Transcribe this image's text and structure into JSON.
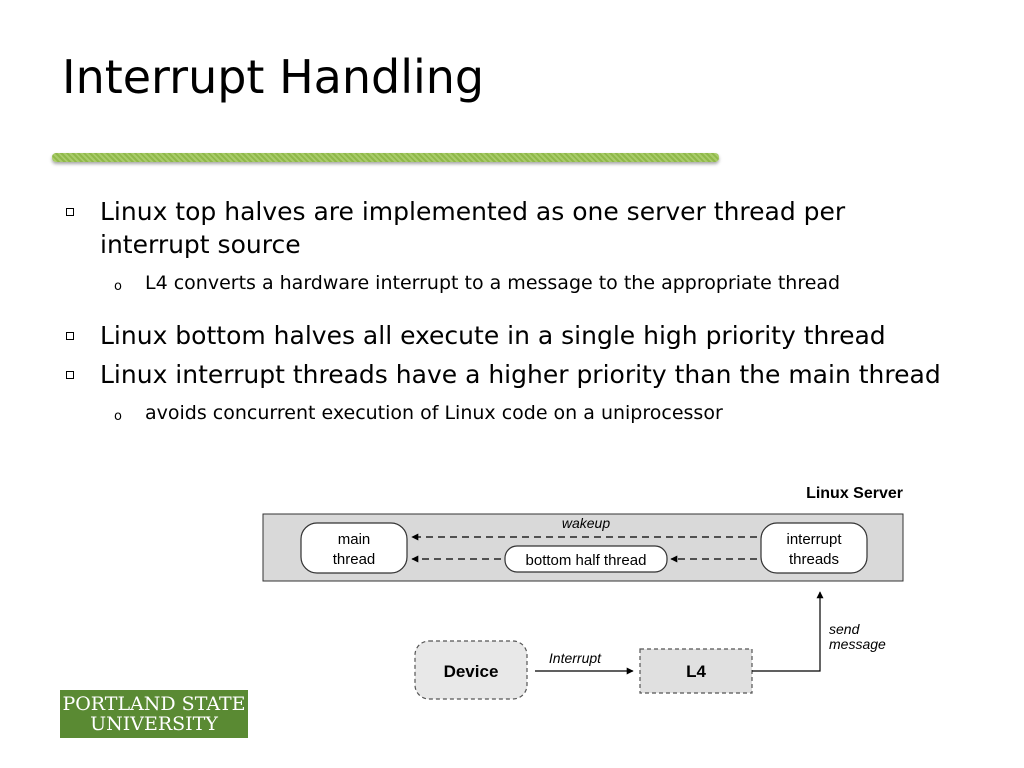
{
  "slide": {
    "title": "Interrupt Handling",
    "bullets": [
      {
        "text": "Linux top halves are implemented as one server thread per interrupt source",
        "sub": [
          "L4 converts a hardware interrupt to a message to the appropriate thread"
        ]
      },
      {
        "text": "Linux bottom halves all execute in a single high priority thread",
        "sub": []
      },
      {
        "text": "Linux interrupt threads have a higher priority than the main thread",
        "sub": [
          "avoids concurrent execution of Linux code on a uniprocessor"
        ]
      }
    ],
    "sub_marker": "o"
  },
  "diagram": {
    "server_label": "Linux Server",
    "main_thread": [
      "main",
      "thread"
    ],
    "bottom_half": "bottom half thread",
    "interrupt_threads": [
      "interrupt",
      "threads"
    ],
    "wakeup": "wakeup",
    "device": "Device",
    "interrupt": "Interrupt",
    "l4": "L4",
    "send_message": [
      "send",
      "message"
    ],
    "colors": {
      "server_box": "#d9d9d9",
      "node_fill": "#ffffff",
      "l4_fill": "#e0e0e0",
      "device_fill": "#e8e8e8"
    }
  },
  "logo": {
    "line1": "PORTLAND STATE",
    "line2": "UNIVERSITY",
    "color": "#5a8a33"
  }
}
